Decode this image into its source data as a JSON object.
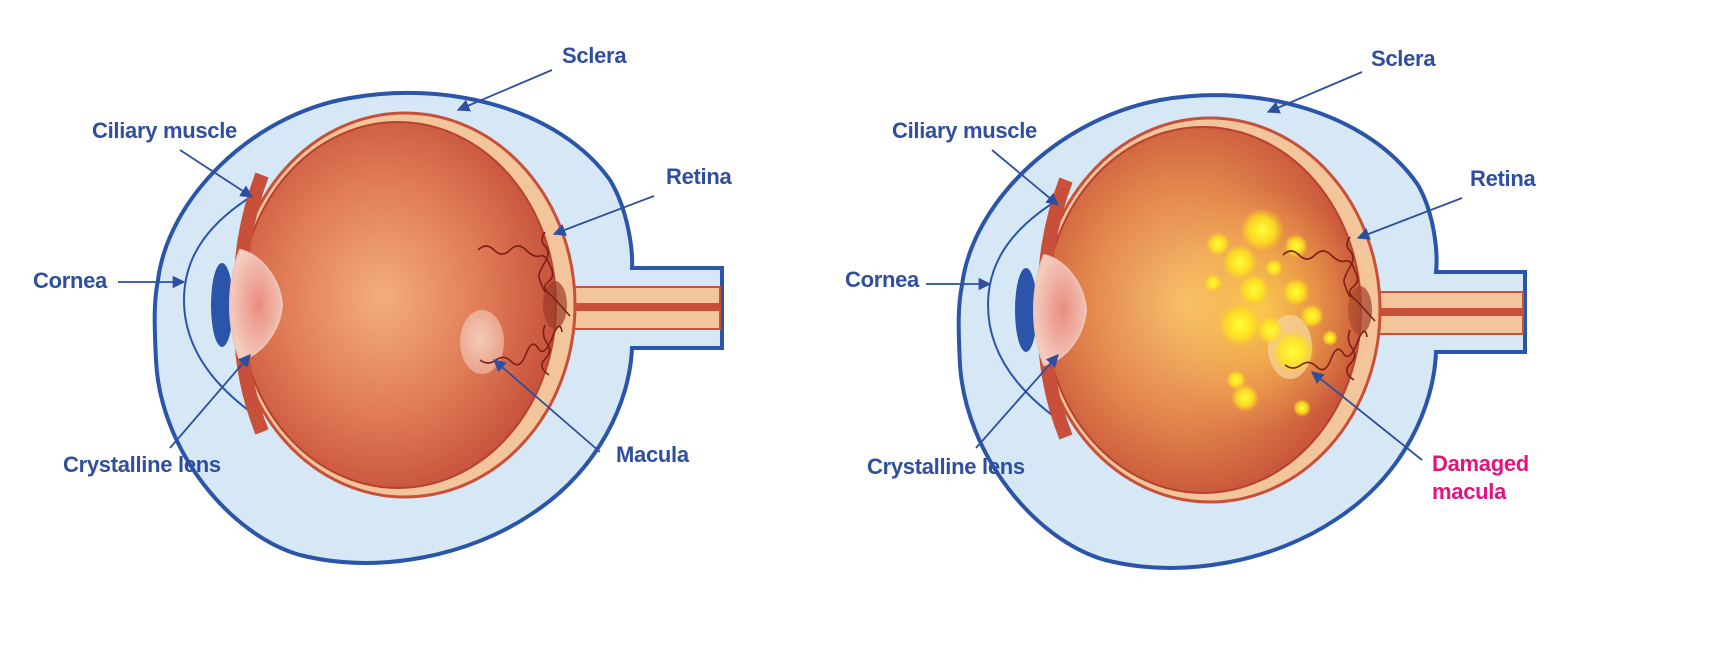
{
  "colors": {
    "label_blue": "#2f4f9e",
    "highlight_pink": "#e0157f",
    "sclera_fill": "#d6e7f5",
    "sclera_outline": "#2a55a8",
    "eye_interior": "#c8503a",
    "retina_band": "#f2c59a",
    "damage_glow": "#ffe600"
  },
  "normal_eye": {
    "labels": {
      "sclera": "Sclera",
      "ciliary_muscle": "Ciliary muscle",
      "retina": "Retina",
      "cornea": "Cornea",
      "crystalline_lens": "Crystalline lens",
      "macula": "Macula"
    }
  },
  "damaged_eye": {
    "labels": {
      "sclera": "Sclera",
      "ciliary_muscle": "Ciliary muscle",
      "retina": "Retina",
      "cornea": "Cornea",
      "crystalline_lens": "Crystalline lens",
      "damaged_macula_line1": "Damaged",
      "damaged_macula_line2": "macula"
    }
  }
}
